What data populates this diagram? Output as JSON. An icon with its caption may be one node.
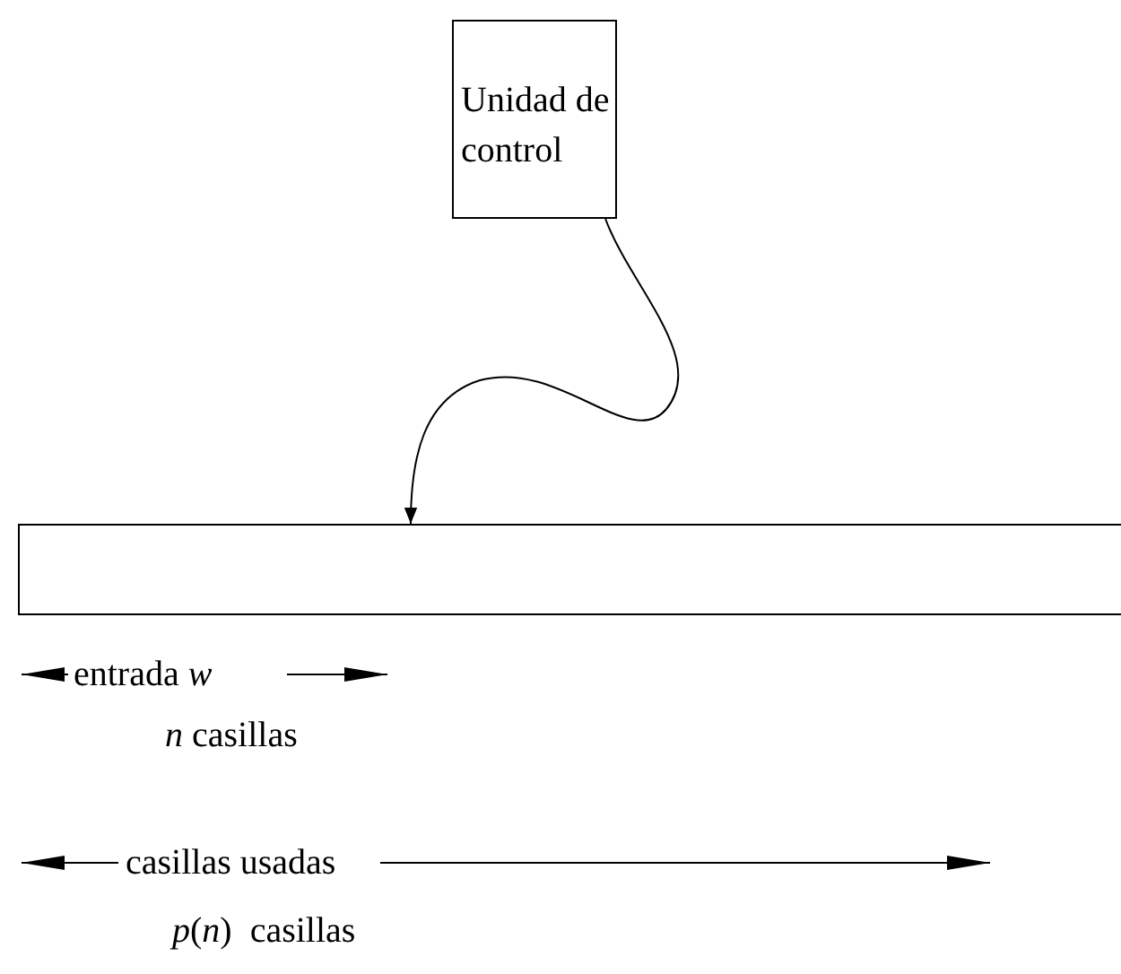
{
  "diagram": {
    "nodes": [
      {
        "text": [
          "Unidad de control"
        ]
      },
      {
        "text": [],
        "shape": "box"
      }
    ],
    "edges": [
      {
        "from": 0,
        "to": 1,
        "arrow": "to"
      }
    ],
    "labels": [
      "entrada *w*",
      "*n* casillas",
      "casillas usadas",
      "*p*(*n*)  casillas"
    ]
  }
}
